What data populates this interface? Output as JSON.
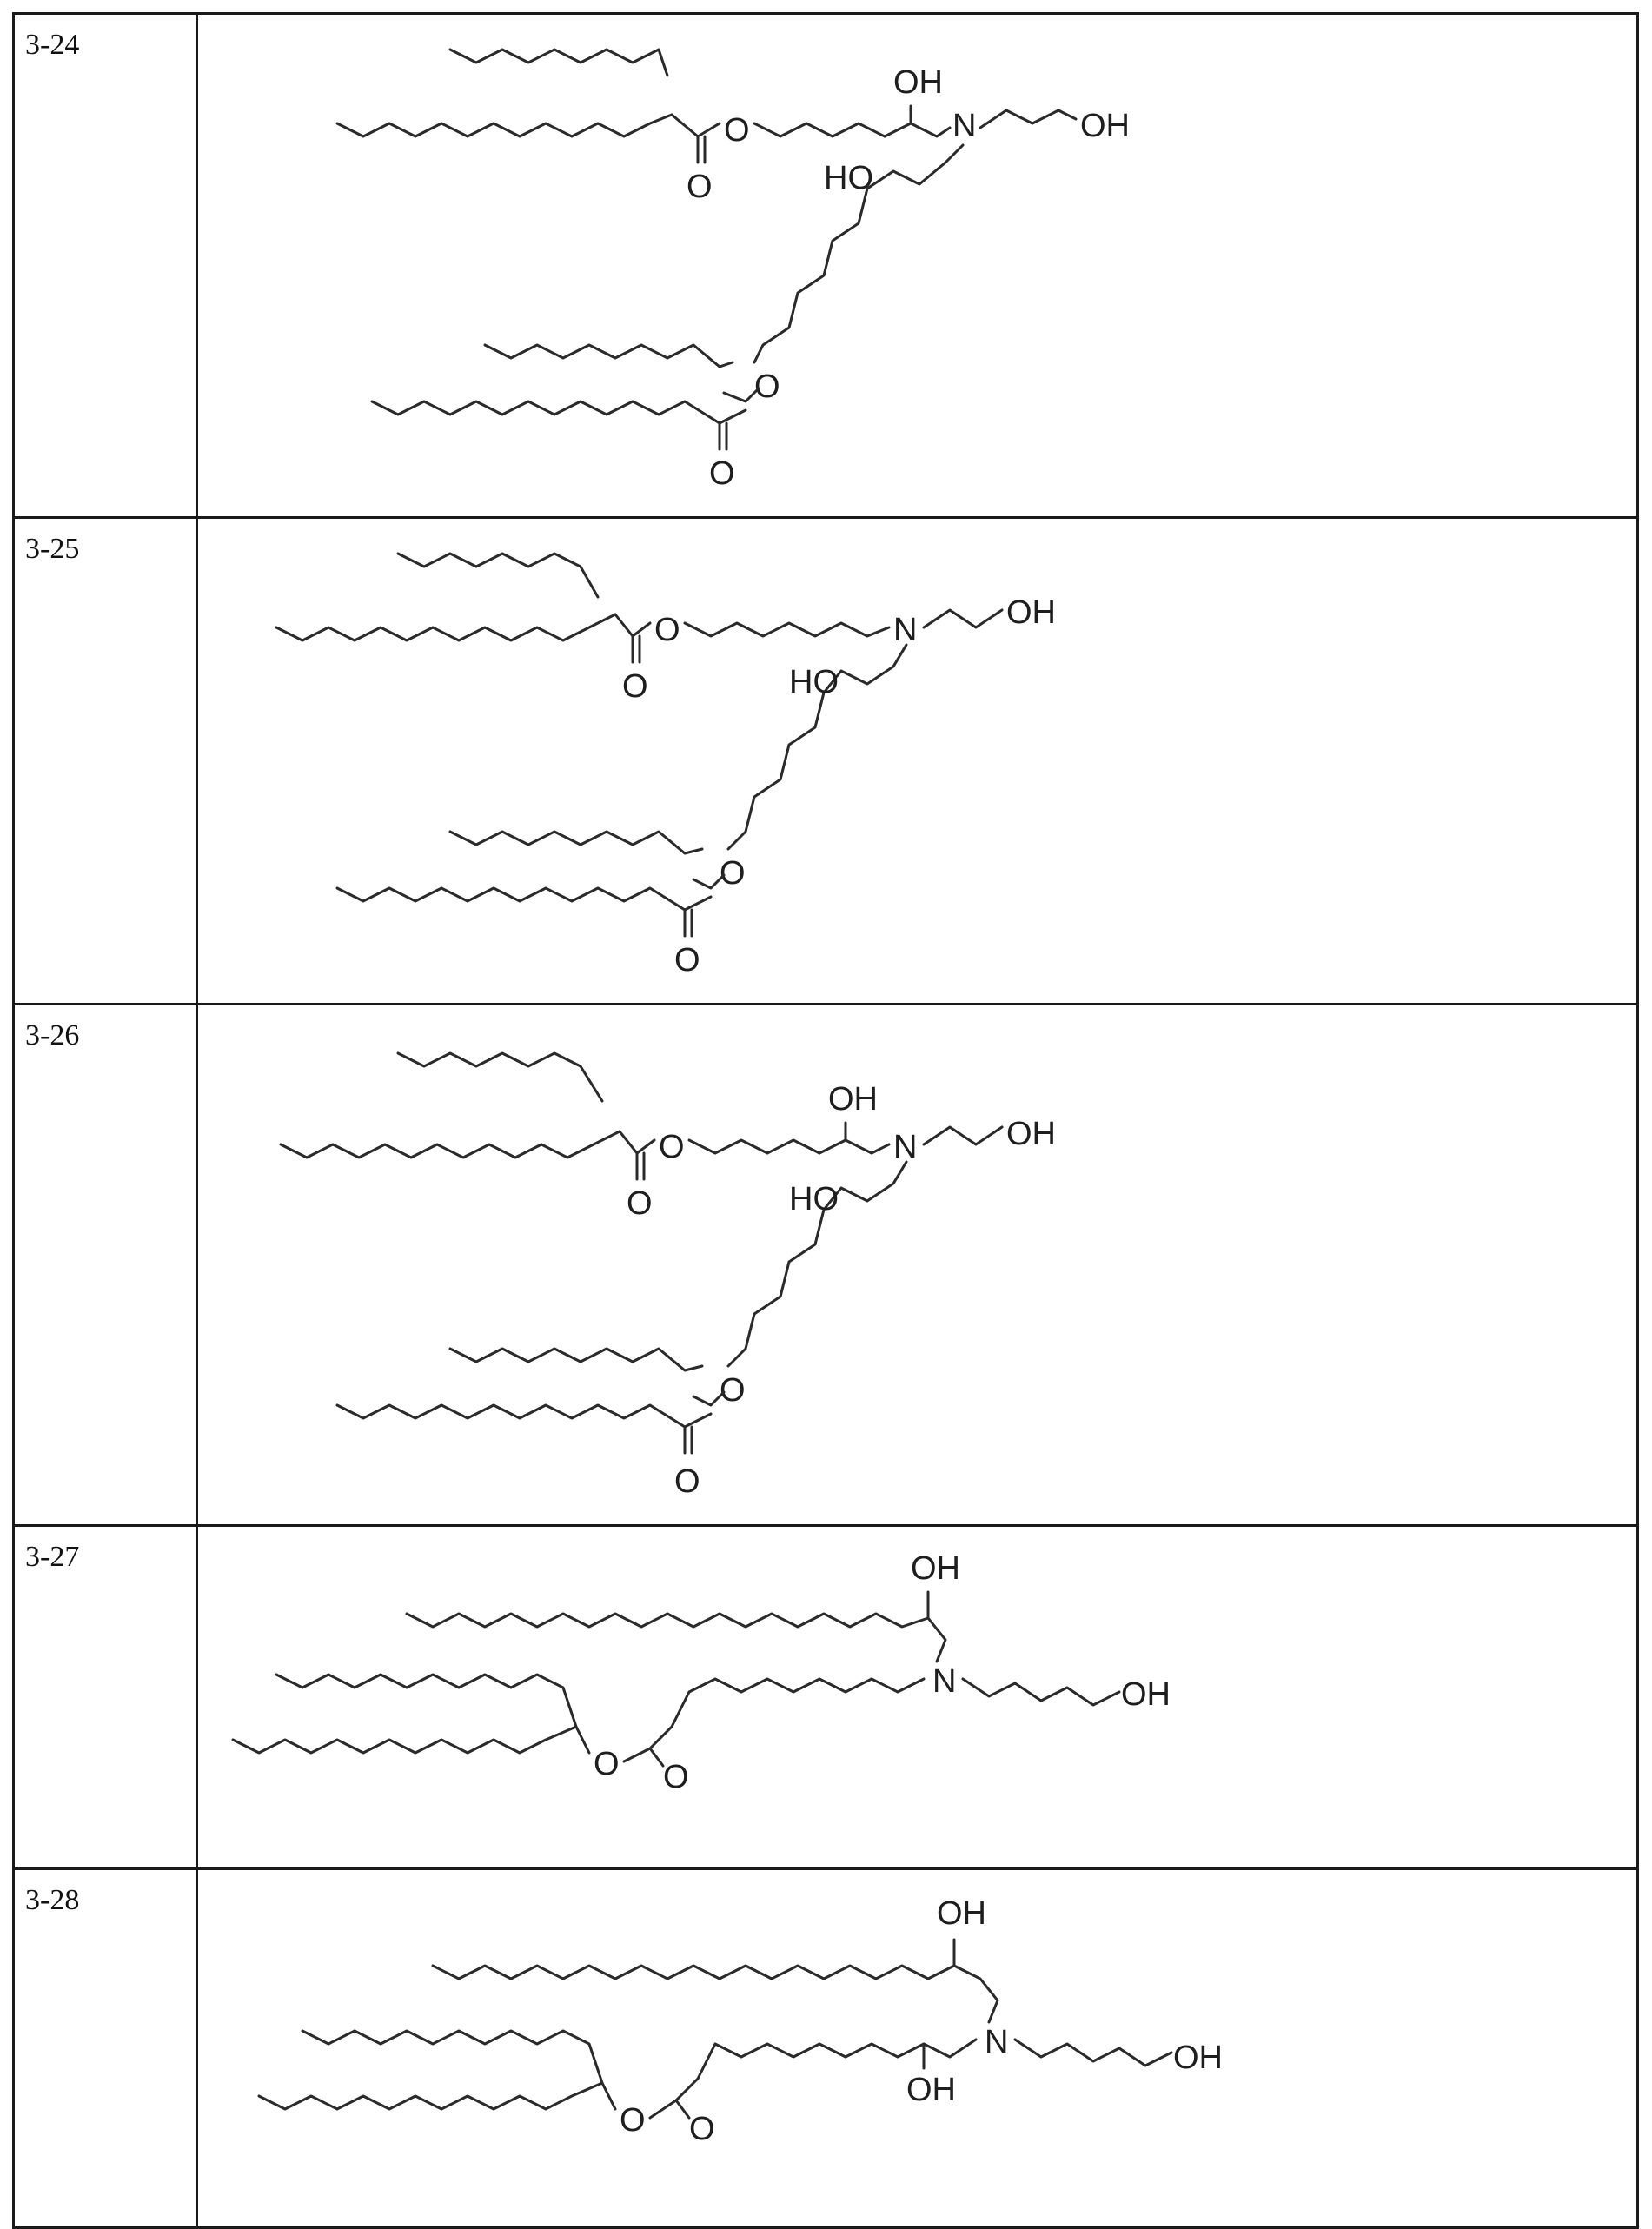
{
  "rows": [
    {
      "id": "3-24",
      "atoms": {
        "ester_o1": "O",
        "carbonyl_o1": "O",
        "oh_top": "OH",
        "n": "N",
        "oh_terminal": "OH",
        "ho_mid": "HO",
        "ester_o2": "O",
        "carbonyl_o2": "O"
      }
    },
    {
      "id": "3-25",
      "atoms": {
        "ester_o1": "O",
        "carbonyl_o1": "O",
        "n": "N",
        "oh_terminal": "OH",
        "ho_mid": "HO",
        "ester_o2": "O",
        "carbonyl_o2": "O"
      }
    },
    {
      "id": "3-26",
      "atoms": {
        "ester_o1": "O",
        "carbonyl_o1": "O",
        "oh_top": "OH",
        "n": "N",
        "oh_terminal": "OH",
        "ho_mid": "HO",
        "ester_o2": "O",
        "carbonyl_o2": "O"
      }
    },
    {
      "id": "3-27",
      "atoms": {
        "oh_top": "OH",
        "n": "N",
        "oh_terminal": "OH",
        "ester_o": "O",
        "carbonyl_o": "O"
      }
    },
    {
      "id": "3-28",
      "atoms": {
        "oh_top": "OH",
        "n": "N",
        "oh_terminal": "OH",
        "oh_bottom": "OH",
        "ester_o": "O",
        "carbonyl_o": "O"
      }
    }
  ]
}
